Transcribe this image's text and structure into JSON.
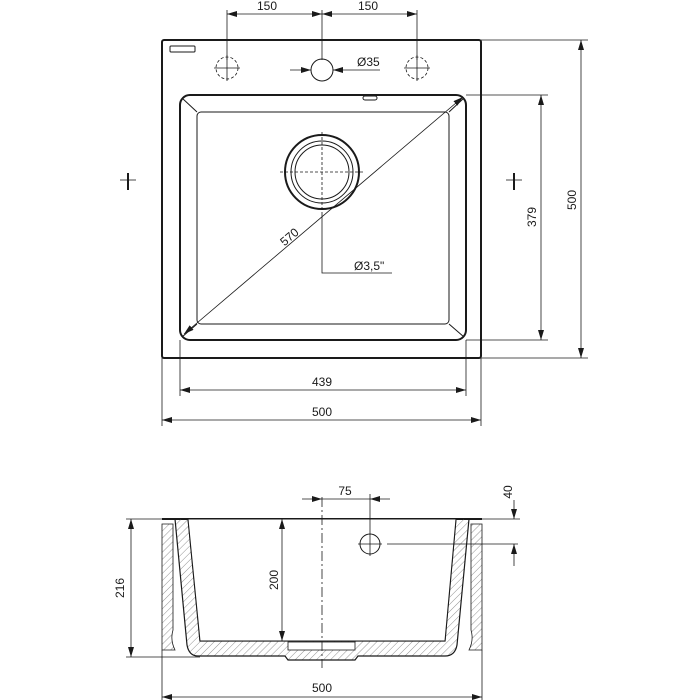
{
  "top_view": {
    "dim_hole_left": "150",
    "dim_hole_right": "150",
    "dim_tap_hole": "Ø35",
    "dim_diagonal": "570",
    "dim_drain": "Ø3,5\"",
    "dim_bowl_depth": "379",
    "dim_total_depth": "500",
    "dim_bowl_width": "439",
    "dim_total_width": "500"
  },
  "section_view": {
    "dim_overflow_offset": "75",
    "dim_overflow_height": "40",
    "dim_bowl_height": "200",
    "dim_total_height": "216",
    "dim_total_width": "500"
  }
}
